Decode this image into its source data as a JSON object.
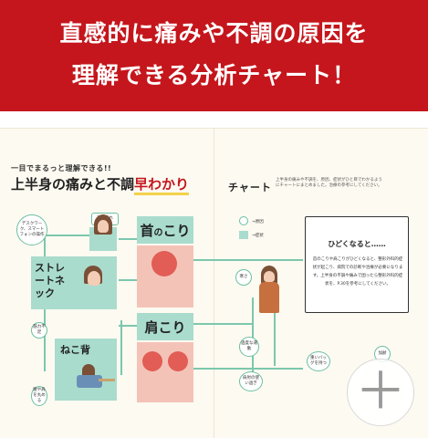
{
  "banner": {
    "line1": "直感的に痛みや不調の原因を",
    "line2": "理解できる分析チャート！"
  },
  "page": {
    "intro": "一目でまるっと理解できる!!",
    "headline_part1": "上半身の痛みと不調",
    "headline_part2": "早わかり",
    "chart_word": "チャート",
    "headnote": "上半身の痛みや不調を、原因、症状がひと目でわかるようにチャートにまとめました。治療の参考にしてください。"
  },
  "nodes": {
    "desk": "デスクワーク、スマートフォンの操作",
    "neck_fatigue": "首の疲れ",
    "muscle_weak": "筋力不足",
    "back_round": "腰や肩を丸める",
    "cold": "寒さ",
    "overexercise": "過度な運動",
    "shoulder_overuse": "肩肘の使い過ぎ",
    "bag": "重いバッグを持つ",
    "age": "加齢"
  },
  "panels": {
    "straight_neck": "ストレートネック",
    "cat_back": "ねこ背"
  },
  "conditions": {
    "neck": {
      "main": "首",
      "mid": "の",
      "tail": "こり"
    },
    "shoulder": {
      "main": "肩",
      "tail": "こり"
    }
  },
  "legend": {
    "circle": "→原因",
    "box": "→症状"
  },
  "final_box": {
    "title": "ひどくなると……",
    "body": "首のこりや肩こりがひどくなると、整形外科的症状が起こり、病院での診断や治療が必要になります。上半身の不調や痛みで困ったら整形外科的症状を、P.30を参考にしてください。"
  },
  "plus_button": {
    "glyph": "＋"
  },
  "colors": {
    "banner": "#c4161c",
    "accent_green": "#a9dccd",
    "line_green": "#7cc7ad"
  }
}
